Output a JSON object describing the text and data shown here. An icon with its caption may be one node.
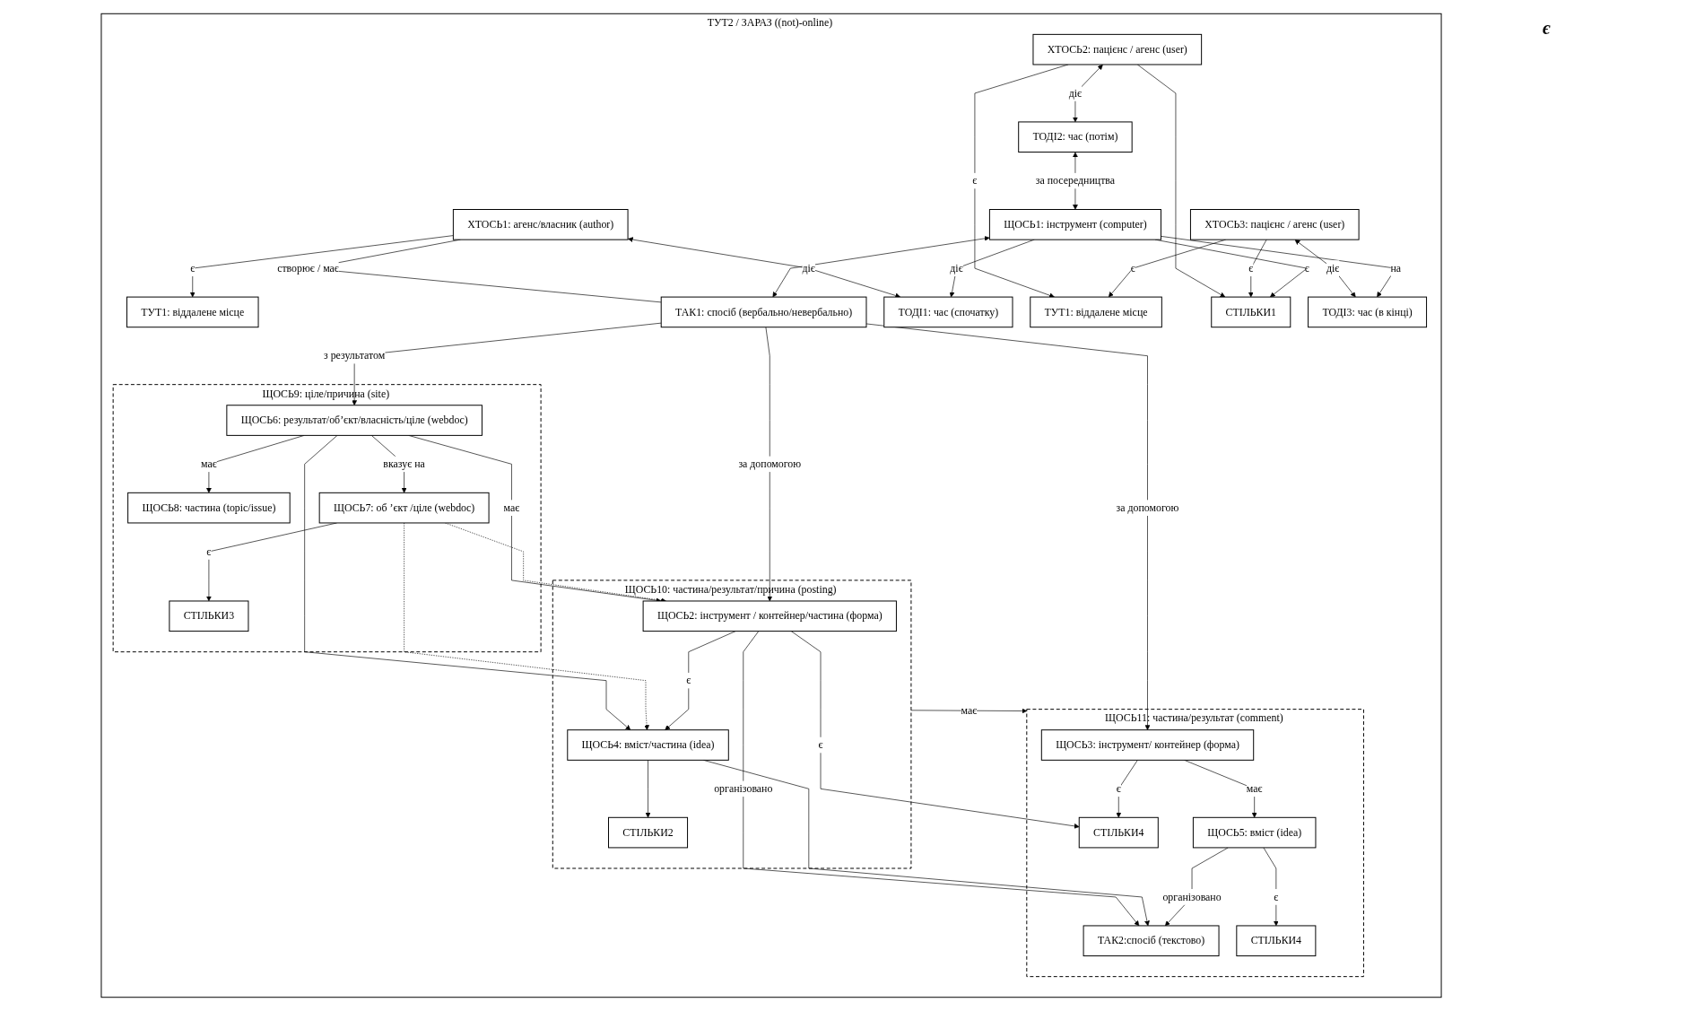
{
  "diagram": {
    "nodes": [
      {
        "text": [
          "ТУТ2 / ЗАРАЗ ((not)-online)"
        ]
      },
      {
        "text": [
          "ТУТ1: віддалене місце"
        ],
        "in": 0
      },
      {
        "text": [
          "ХТОСЬ1: агенс/власник (author)"
        ],
        "in": 0
      },
      {
        "text": [
          "ТОДІ1: час (спочатку)"
        ],
        "in": 0
      },
      {
        "text": [
          "ХТОСЬ2: пацієнс / агенс (user)"
        ],
        "in": 0
      },
      {
        "text": [
          "ТОДІ2: час (потім)"
        ],
        "in": 0
      },
      {
        "text": [
          "ЩОСЬ1: інструмент (computer)"
        ],
        "in": 0
      },
      {
        "text": [
          "ТУТ1: віддалене місце"
        ],
        "in": 0
      },
      {
        "text": [
          "ХТОСЬ3: пацієнс / агенс (user)"
        ],
        "in": 0
      },
      {
        "text": [
          "СТІЛЬКИ1"
        ],
        "in": 0
      },
      {
        "text": [
          "ТОДІ3: час (в кінці)"
        ],
        "in": 0
      },
      {
        "text": [
          "ТАК1: спосіб (вербально/невербально)"
        ],
        "in": 0
      },
      {
        "text": [
          "ЩОСЬ9: ціле/причина (site)"
        ],
        "in": 0
      },
      {
        "text": [
          "ЩОСЬ8: частина (topic/issue)"
        ],
        "in": 12
      },
      {
        "text": [
          "ЩОСЬ6: результат/об’єкт/власність/ціле (webdoc)"
        ],
        "in": 12
      },
      {
        "text": [
          "СТІЛЬКИ3"
        ],
        "in": 12
      },
      {
        "text": [
          "ЩОСЬ7: об ’єкт /ціле (webdoc)"
        ],
        "in": 12
      },
      {
        "text": [
          "ЩОСЬ10: частина/результат/причина (posting)"
        ],
        "in": 0
      },
      {
        "text": [
          "ЩОСЬ2: інструмент / контейнер/частина (форма)"
        ],
        "in": 17
      },
      {
        "text": [
          "ЩОСЬ4: вміст/частина (idea)"
        ],
        "in": 17
      },
      {
        "text": [
          "СТІЛЬКИ2"
        ],
        "in": 17
      },
      {
        "text": [
          "ЩОСЬ11: частина/результат (comment)"
        ],
        "in": 0
      },
      {
        "text": [
          "ЩОСЬ3: інструмент/ контейнер (форма)"
        ],
        "in": 21
      },
      {
        "text": [
          "СТІЛЬКИ4"
        ],
        "in": 21
      },
      {
        "text": [
          "ТАК2:спосіб (текстово)"
        ],
        "in": 21
      },
      {
        "text": [
          "ЩОСЬ5: вміст (idea)"
        ],
        "in": 21
      },
      {
        "text": [
          "СТІЛЬКИ4"
        ],
        "in": 21
      }
    ],
    "edges": [
      {
        "from": 2,
        "to": 1,
        "arrow": "to",
        "label": "є"
      },
      {
        "from": 2,
        "to": 11,
        "arrow": "none",
        "label": "створює / має"
      },
      {
        "from": 2,
        "to": 3,
        "arrow": "both",
        "label": "діє"
      },
      {
        "from": 4,
        "to": 5,
        "arrow": "both",
        "label": "діє"
      },
      {
        "from": 5,
        "to": 6,
        "arrow": "both",
        "label": "за посередництва"
      },
      {
        "from": 4,
        "to": 7,
        "arrow": "to",
        "label": "є"
      },
      {
        "from": 4,
        "to": 9,
        "arrow": "to"
      },
      {
        "from": 8,
        "to": 9,
        "arrow": "to",
        "label": "є"
      },
      {
        "from": 8,
        "to": 7,
        "arrow": "to",
        "label": "є"
      },
      {
        "from": 8,
        "to": 10,
        "arrow": "both",
        "label": "діє"
      },
      {
        "from": 6,
        "to": 9,
        "arrow": "to",
        "label": "є"
      },
      {
        "from": 6,
        "to": 3,
        "arrow": "to",
        "label": "діє"
      },
      {
        "from": 6,
        "to": 10,
        "arrow": "to",
        "label": "на"
      },
      {
        "from": 6,
        "to": 11,
        "arrow": "both"
      },
      {
        "from": 11,
        "to": 14,
        "arrow": "to",
        "label": "з результатом"
      },
      {
        "from": 11,
        "to": 18,
        "arrow": "to",
        "label": "за допомогою"
      },
      {
        "from": 11,
        "to": 22,
        "arrow": "to",
        "label": "за  допомогою"
      },
      {
        "from": 14,
        "to": 13,
        "arrow": "to",
        "label": "має"
      },
      {
        "from": 14,
        "to": 16,
        "arrow": "to",
        "label": "вказує на"
      },
      {
        "from": 16,
        "to": 15,
        "arrow": "to",
        "label": "є"
      },
      {
        "from": 14,
        "to": 18,
        "arrow": "to",
        "label": "має"
      },
      {
        "from": 14,
        "to": 19,
        "arrow": "to"
      },
      {
        "from": 16,
        "to": 18,
        "arrow": "to",
        "style": "dashed"
      },
      {
        "from": 16,
        "to": 19,
        "arrow": "to",
        "style": "dashed"
      },
      {
        "from": 18,
        "to": 19,
        "arrow": "to",
        "label": "є"
      },
      {
        "from": 19,
        "to": 20,
        "arrow": "to"
      },
      {
        "from": 18,
        "to": 23,
        "arrow": "to",
        "label": "є"
      },
      {
        "from": 18,
        "to": 24,
        "arrow": "to",
        "label": "організовано"
      },
      {
        "from": 19,
        "to": 24,
        "arrow": "to"
      },
      {
        "from": 17,
        "to": 21,
        "arrow": "to",
        "label": "має"
      },
      {
        "from": 22,
        "to": 23,
        "arrow": "to",
        "label": "є"
      },
      {
        "from": 22,
        "to": 25,
        "arrow": "to",
        "label": "має"
      },
      {
        "from": 25,
        "to": 24,
        "arrow": "to",
        "label": "організовано"
      },
      {
        "from": 25,
        "to": 26,
        "arrow": "to",
        "label": "є"
      }
    ],
    "labels": [
      "є"
    ]
  }
}
